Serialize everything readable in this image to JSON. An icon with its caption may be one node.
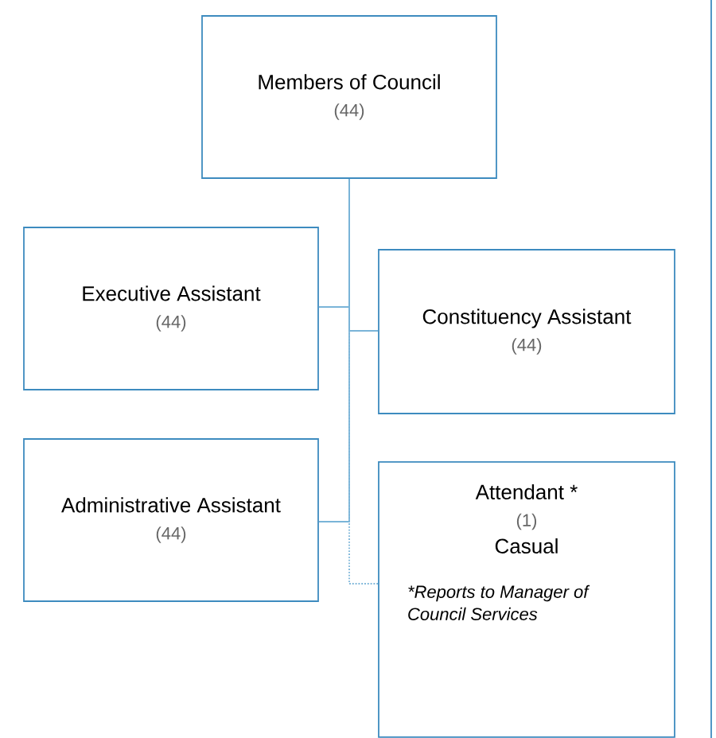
{
  "diagram": {
    "nodes": [
      {
        "text": [
          "Members of Council",
          "(44)"
        ]
      },
      {
        "text": [
          "Executive Assistant",
          "(44)"
        ]
      },
      {
        "text": [
          "Constituency Assistant",
          "(44)"
        ]
      },
      {
        "text": [
          "Administrative Assistant",
          "(44)"
        ]
      },
      {
        "text": [
          "Attendant *",
          "(1)",
          "Casual",
          "*Reports to Manager of Council Services"
        ]
      }
    ],
    "edges": [
      {
        "from": 0,
        "to": 1,
        "arrow": "none"
      },
      {
        "from": 0,
        "to": 2,
        "arrow": "none"
      },
      {
        "from": 0,
        "to": 3,
        "arrow": "none"
      },
      {
        "from": 0,
        "to": 4,
        "arrow": "none",
        "style": "dashed"
      }
    ]
  }
}
